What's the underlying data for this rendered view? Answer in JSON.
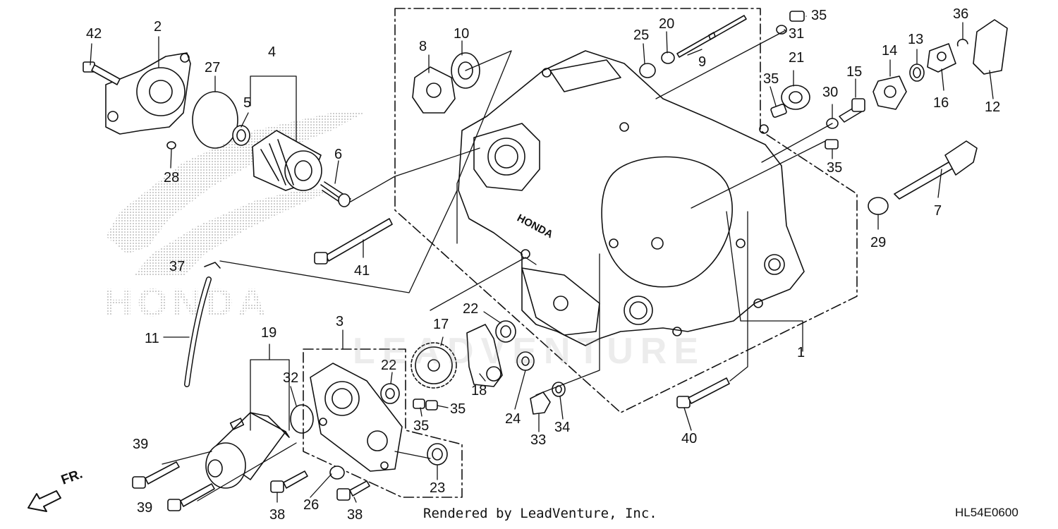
{
  "diagram": {
    "callouts": [
      {
        "id": "c42",
        "text": "42"
      },
      {
        "id": "c2",
        "text": "2"
      },
      {
        "id": "c27",
        "text": "27"
      },
      {
        "id": "c4",
        "text": "4"
      },
      {
        "id": "c5",
        "text": "5"
      },
      {
        "id": "c28",
        "text": "28"
      },
      {
        "id": "c6",
        "text": "6"
      },
      {
        "id": "c8",
        "text": "8"
      },
      {
        "id": "c10",
        "text": "10"
      },
      {
        "id": "c25",
        "text": "25"
      },
      {
        "id": "c20",
        "text": "20"
      },
      {
        "id": "c9",
        "text": "9"
      },
      {
        "id": "c31",
        "text": "31"
      },
      {
        "id": "c35a",
        "text": "35"
      },
      {
        "id": "c21",
        "text": "21"
      },
      {
        "id": "c35b",
        "text": "35"
      },
      {
        "id": "c30",
        "text": "30"
      },
      {
        "id": "c15",
        "text": "15"
      },
      {
        "id": "c14",
        "text": "14"
      },
      {
        "id": "c13",
        "text": "13"
      },
      {
        "id": "c36",
        "text": "36"
      },
      {
        "id": "c16",
        "text": "16"
      },
      {
        "id": "c12",
        "text": "12"
      },
      {
        "id": "c35c",
        "text": "35"
      },
      {
        "id": "c7",
        "text": "7"
      },
      {
        "id": "c29",
        "text": "29"
      },
      {
        "id": "c41",
        "text": "41"
      },
      {
        "id": "c37",
        "text": "37"
      },
      {
        "id": "c11",
        "text": "11"
      },
      {
        "id": "c19",
        "text": "19"
      },
      {
        "id": "c3",
        "text": "3"
      },
      {
        "id": "c32",
        "text": "32"
      },
      {
        "id": "c22a",
        "text": "22"
      },
      {
        "id": "c17",
        "text": "17"
      },
      {
        "id": "c22b",
        "text": "22"
      },
      {
        "id": "c18",
        "text": "18"
      },
      {
        "id": "c35d",
        "text": "35"
      },
      {
        "id": "c35e",
        "text": "35"
      },
      {
        "id": "c24",
        "text": "24"
      },
      {
        "id": "c33",
        "text": "33"
      },
      {
        "id": "c34",
        "text": "34"
      },
      {
        "id": "c1",
        "text": "1"
      },
      {
        "id": "c40",
        "text": "40"
      },
      {
        "id": "c39a",
        "text": "39"
      },
      {
        "id": "c39b",
        "text": "39"
      },
      {
        "id": "c38a",
        "text": "38"
      },
      {
        "id": "c26",
        "text": "26"
      },
      {
        "id": "c38b",
        "text": "38"
      },
      {
        "id": "c23",
        "text": "23"
      }
    ],
    "direction_label": "FR.",
    "watermark_logo": "HONDA",
    "case_logo": "HONDA",
    "watermark_text": "LEADVENTURE"
  },
  "footer": {
    "rendered_by": "Rendered by LeadVenture, Inc.",
    "diagram_code": "HL54E0600"
  }
}
